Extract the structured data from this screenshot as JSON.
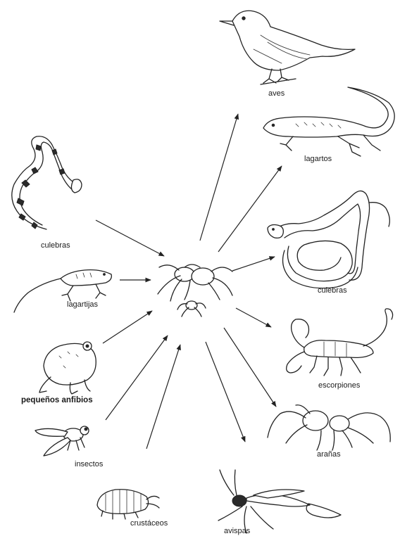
{
  "labels": {
    "aves": "aves",
    "lagartos": "lagartos",
    "culebras_right": "culebras",
    "escorpiones": "escorpiones",
    "aranas": "arañas",
    "avispas": "avispas",
    "culebras_left": "culebras",
    "lagartijas": "lagartijas",
    "pequenos_anfibios": "pequeños anfibios",
    "insectos": "insectos",
    "crustaceos": "crustáceos"
  },
  "colors": {
    "ink": "#222222",
    "background": "#ffffff"
  }
}
